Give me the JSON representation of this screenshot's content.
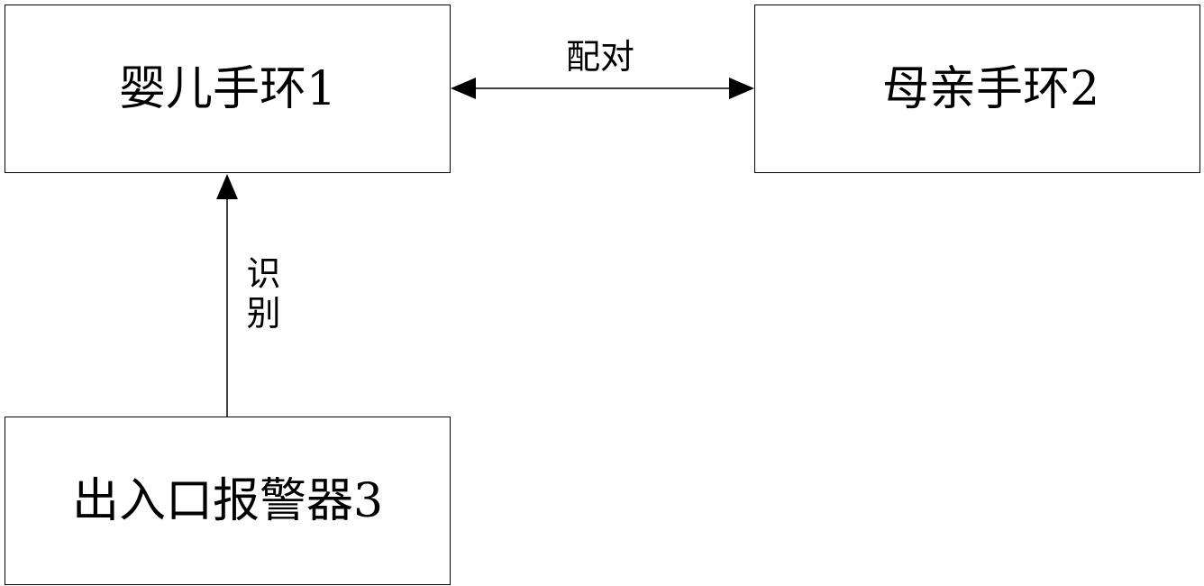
{
  "nodes": {
    "baby_band": "婴儿手环1",
    "mother_band": "母亲手环2",
    "gate_alarm": "出入口报警器3"
  },
  "edges": {
    "pair": "配对",
    "identify": "识别"
  }
}
